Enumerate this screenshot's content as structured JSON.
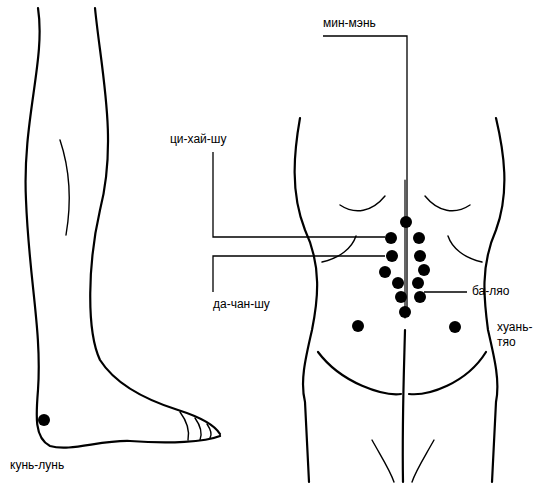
{
  "diagram": {
    "labels": [
      "мин-мэнь",
      "ци-хай-шу",
      "да-чан-шу",
      "ба-ляо",
      "хуань-тяо",
      "кунь-лунь"
    ]
  }
}
